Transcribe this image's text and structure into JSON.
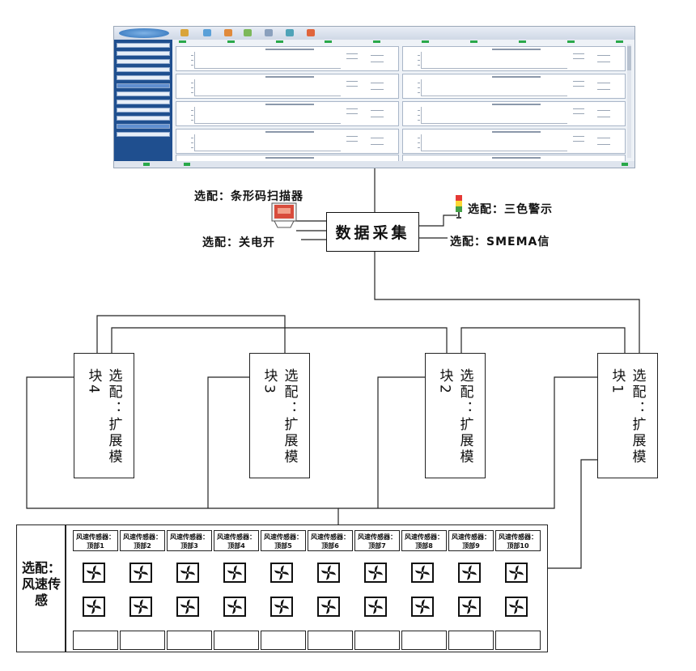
{
  "labels": {
    "scanner": "选配：条形码扫描器",
    "warning": "选配：三色警示",
    "photo": "选配：关电开",
    "smema": "选配：SMEMA信",
    "center": "数据采集"
  },
  "modules": [
    {
      "text": "选配：扩展模块4"
    },
    {
      "text": "选配：扩展模块3"
    },
    {
      "text": "选配：扩展模块2"
    },
    {
      "text": "选配：扩展模块1"
    }
  ],
  "sensor_group": {
    "title": "选配：风速传感",
    "sensors": [
      {
        "label": "风速传感器：顶部1"
      },
      {
        "label": "风速传感器：顶部2"
      },
      {
        "label": "风速传感器：顶部3"
      },
      {
        "label": "风速传感器：顶部4"
      },
      {
        "label": "风速传感器：顶部5"
      },
      {
        "label": "风速传感器：顶部6"
      },
      {
        "label": "风速传感器：顶部7"
      },
      {
        "label": "风速传感器：顶部8"
      },
      {
        "label": "风速传感器：顶部9"
      },
      {
        "label": "风速传感器：顶部10"
      }
    ]
  },
  "colors": {
    "line": "#222222",
    "screen_blue": "#1f4f8f",
    "light_red": "#e53935",
    "light_yellow": "#fdd835",
    "light_green": "#43a047"
  },
  "icons": {
    "fan": "fan-icon",
    "scanner": "barcode-scanner-icon",
    "tower": "signal-tower-icon"
  }
}
